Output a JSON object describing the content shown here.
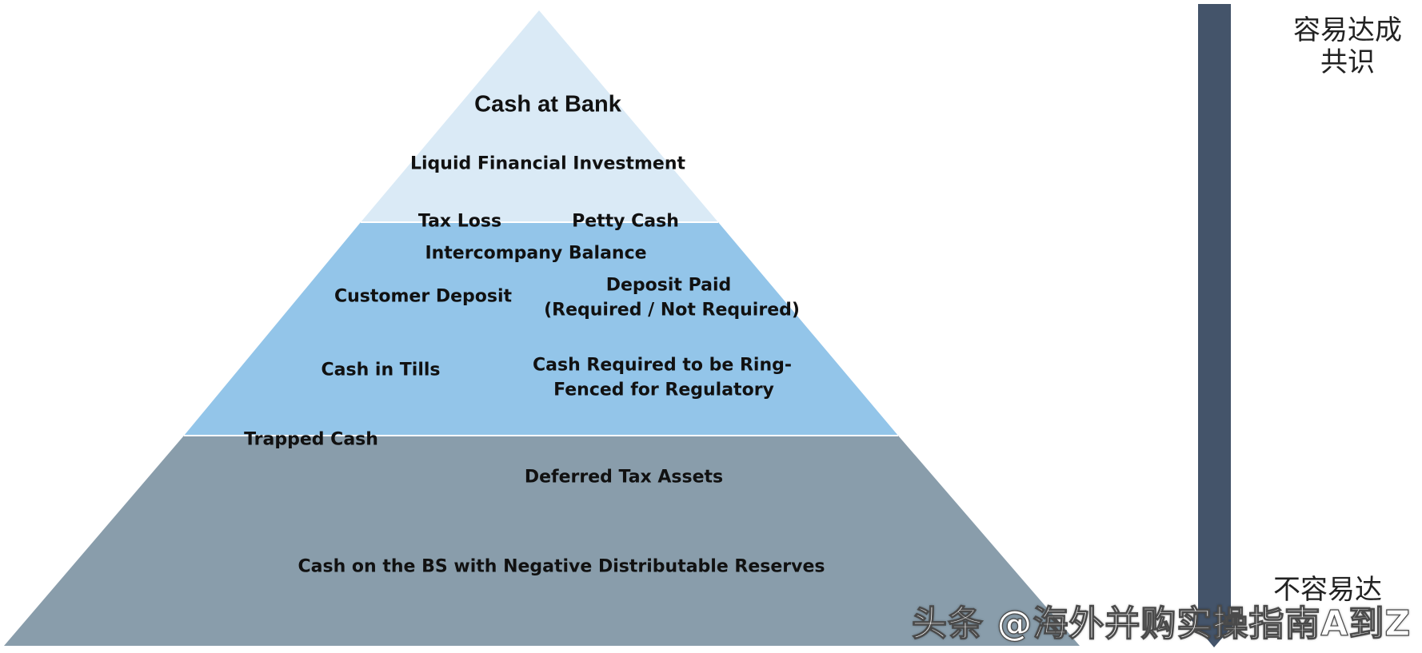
{
  "colors": {
    "tier_top": "#daeaf6",
    "tier_middle": "#93c5e9",
    "tier_bottom": "#899dab",
    "arrow": "#44546a",
    "text": "#111111"
  },
  "pyramid": {
    "top_label": "Cash at Bank",
    "items": [
      "Liquid Financial Investment",
      "Tax Loss",
      "Petty Cash",
      "Intercompany Balance",
      "Customer Deposit",
      "Deposit Paid",
      "(Required / Not Required)",
      "Cash in Tills",
      "Cash Required to be Ring-",
      "Fenced for Regulatory",
      "Trapped Cash",
      "Deferred Tax Assets",
      "Cash on the BS with Negative Distributable Reserves"
    ]
  },
  "scale": {
    "top_label_line1": "容易达成",
    "top_label_line2": "共识",
    "bottom_label": "不容易达"
  },
  "watermark": "头条 @海外并购实操指南A到Z"
}
